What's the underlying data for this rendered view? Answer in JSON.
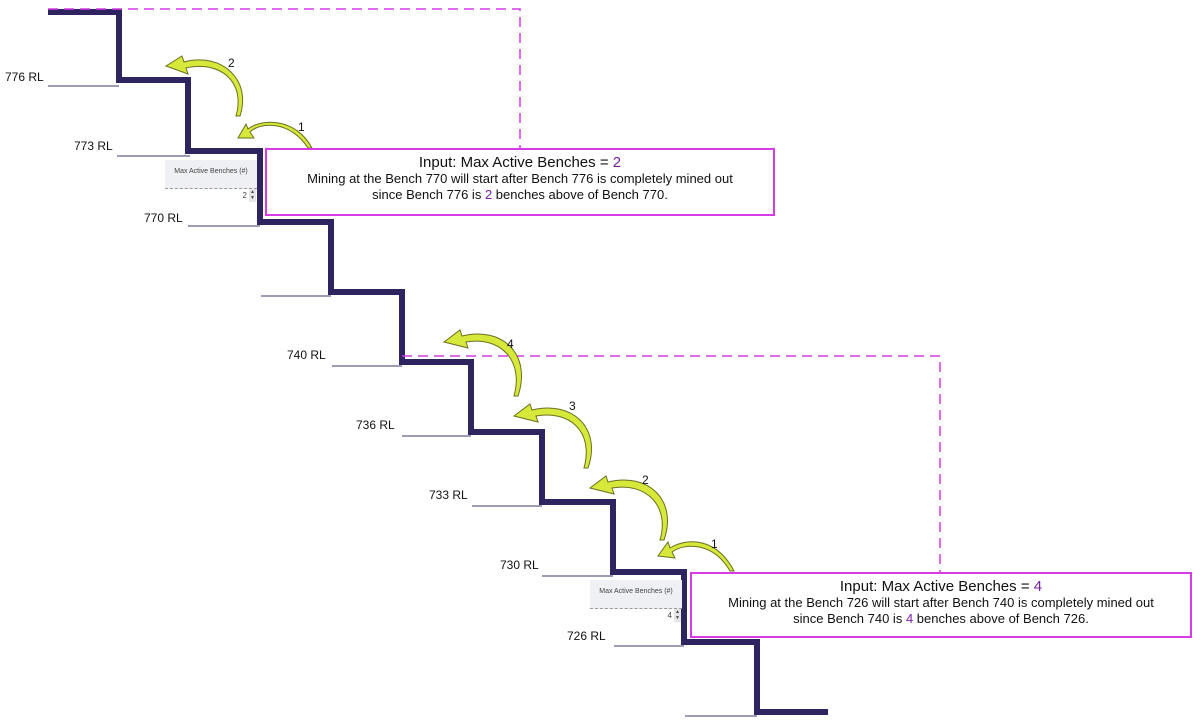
{
  "levels": [
    "776 RL",
    "773 RL",
    "770 RL",
    "740 RL",
    "736 RL",
    "733 RL",
    "730 RL",
    "726 RL"
  ],
  "box1": {
    "title_prefix": "Input: Max Active Benches = ",
    "title_value": "2",
    "l1a": "Mining at the ",
    "l1b": "Bench 770",
    "l1c": " will start after ",
    "l1d": "Bench 776",
    "l1e": " is completely mined out",
    "l2a": "since ",
    "l2b": "Bench 776",
    "l2c": " is ",
    "l2d": "2",
    "l2e": " benches above of ",
    "l2f": "Bench 770",
    "l2g": "."
  },
  "box2": {
    "title_prefix": "Input: Max Active Benches = ",
    "title_value": "4",
    "l1a": "Mining at the ",
    "l1b": "Bench 726",
    "l1c": " will start after ",
    "l1d": "Bench 740",
    "l1e": " is completely mined out",
    "l2a": "since ",
    "l2b": "Bench 740",
    "l2c": " is ",
    "l2d": "4",
    "l2e": " benches above of ",
    "l2f": "Bench 726",
    "l2g": "."
  },
  "widget1": {
    "label": "Max Active Benches (#)",
    "value": "2"
  },
  "widget2": {
    "label": "Max Active Benches (#)",
    "value": "4"
  },
  "arrow_numbers_top": [
    "1",
    "2"
  ],
  "arrow_numbers_bottom": [
    "1",
    "2",
    "3",
    "4"
  ],
  "colors": {
    "stair": "#2e2560",
    "dash": "#d63be6",
    "arrow": "#d6e83a",
    "accent": "#7a1fa2"
  }
}
